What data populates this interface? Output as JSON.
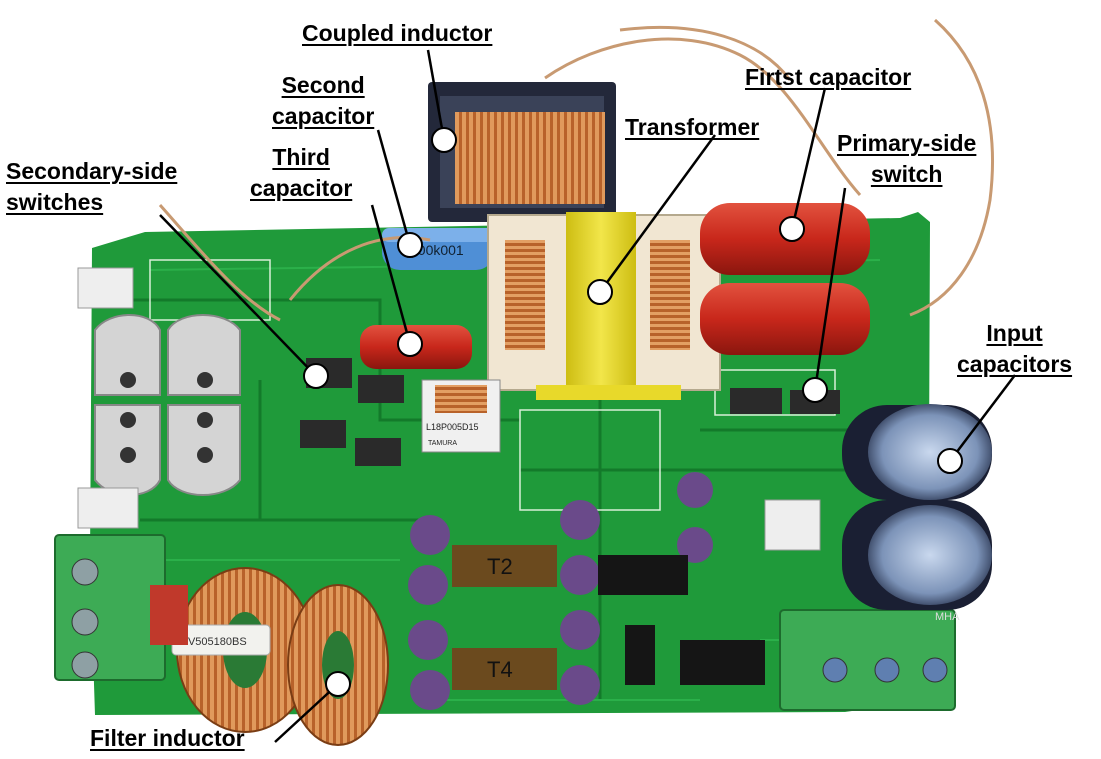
{
  "figure": {
    "annotations": [
      {
        "id": "coupled-inductor",
        "lines": [
          "Coupled inductor"
        ]
      },
      {
        "id": "second-capacitor",
        "lines": [
          "Second",
          "capacitor"
        ]
      },
      {
        "id": "third-capacitor",
        "lines": [
          "Third",
          "capacitor"
        ]
      },
      {
        "id": "secondary-side-switches",
        "lines": [
          "Secondary-side",
          "switches"
        ]
      },
      {
        "id": "transformer",
        "lines": [
          "Transformer"
        ]
      },
      {
        "id": "first-capacitor",
        "lines": [
          "Firtst capacitor"
        ]
      },
      {
        "id": "primary-side-switch",
        "lines": [
          "Primary-side",
          "switch"
        ]
      },
      {
        "id": "input-capacitors",
        "lines": [
          "Input",
          "capacitors"
        ]
      },
      {
        "id": "filter-inductor",
        "lines": [
          "Filter inductor"
        ]
      }
    ],
    "component_markings": {
      "blue_cap": "100k001",
      "current_sensor": "L18P005D15",
      "current_sensor_maker": "TAMURA",
      "choke_label": "CV505180BS",
      "gate_transformer_1": "T2",
      "gate_transformer_2": "T4",
      "input_cap_brand": "MHA"
    },
    "colors": {
      "pcb": "#1f9a3a",
      "pcb_dark": "#137a2a",
      "red_cap": "#c8271b",
      "copper": "#c8743a",
      "yellow_core": "#e8d92a",
      "terminal": "#3dab55"
    }
  }
}
